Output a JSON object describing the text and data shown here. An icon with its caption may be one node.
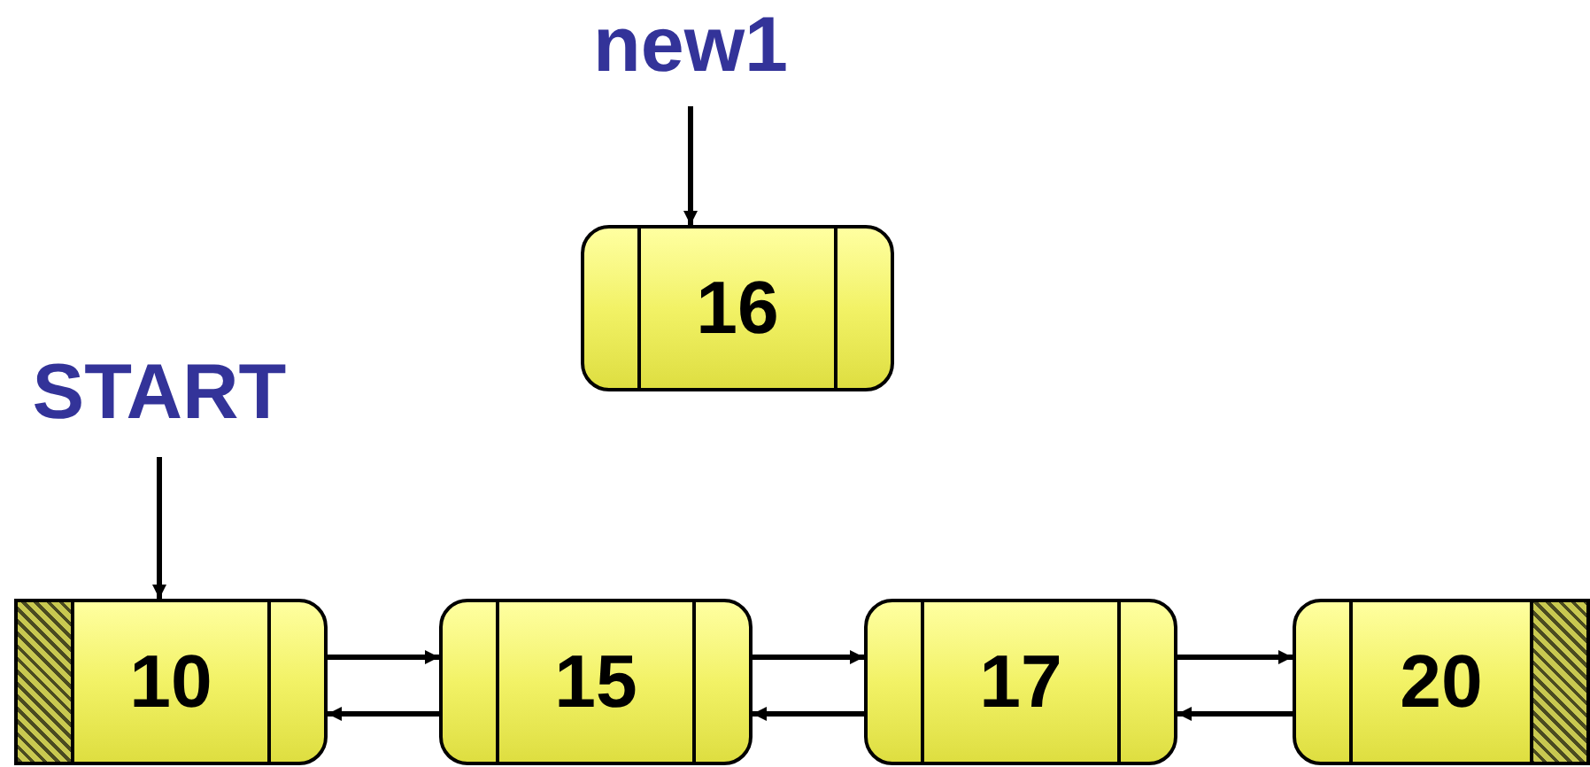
{
  "diagram": {
    "nodes": [
      {
        "text": [
          "new1"
        ]
      },
      {
        "text": [
          "16"
        ]
      },
      {
        "text": [
          "START"
        ]
      },
      {
        "text": [
          "10"
        ]
      },
      {
        "text": [
          "15"
        ]
      },
      {
        "text": [
          "17"
        ]
      },
      {
        "text": [
          "20"
        ]
      }
    ],
    "edges": [
      {
        "from": 0,
        "to": 1,
        "arrow": "to"
      },
      {
        "from": 2,
        "to": 3,
        "arrow": "to"
      },
      {
        "from": 3,
        "to": 4,
        "arrow": "to"
      },
      {
        "from": 4,
        "to": 3,
        "arrow": "to"
      },
      {
        "from": 4,
        "to": 5,
        "arrow": "to"
      },
      {
        "from": 5,
        "to": 4,
        "arrow": "to"
      },
      {
        "from": 5,
        "to": 6,
        "arrow": "to"
      },
      {
        "from": 6,
        "to": 5,
        "arrow": "to"
      }
    ]
  }
}
